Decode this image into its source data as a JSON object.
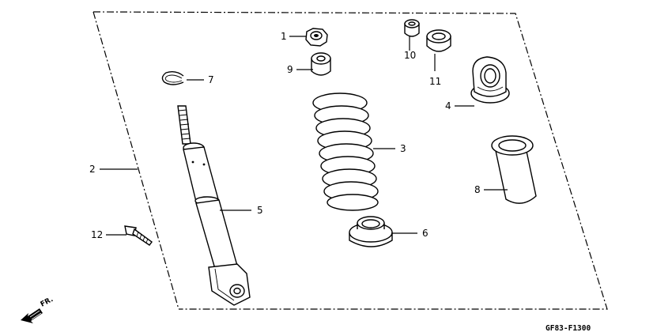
{
  "diagram": {
    "code": "GF83-F1300",
    "fr_label": "FR.",
    "callouts": {
      "c1": "1",
      "c2": "2",
      "c3": "3",
      "c4": "4",
      "c5": "5",
      "c6": "6",
      "c7": "7",
      "c8": "8",
      "c9": "9",
      "c10": "10",
      "c11": "11",
      "c12": "12"
    },
    "icons": [
      "front-direction-arrow-icon"
    ]
  }
}
